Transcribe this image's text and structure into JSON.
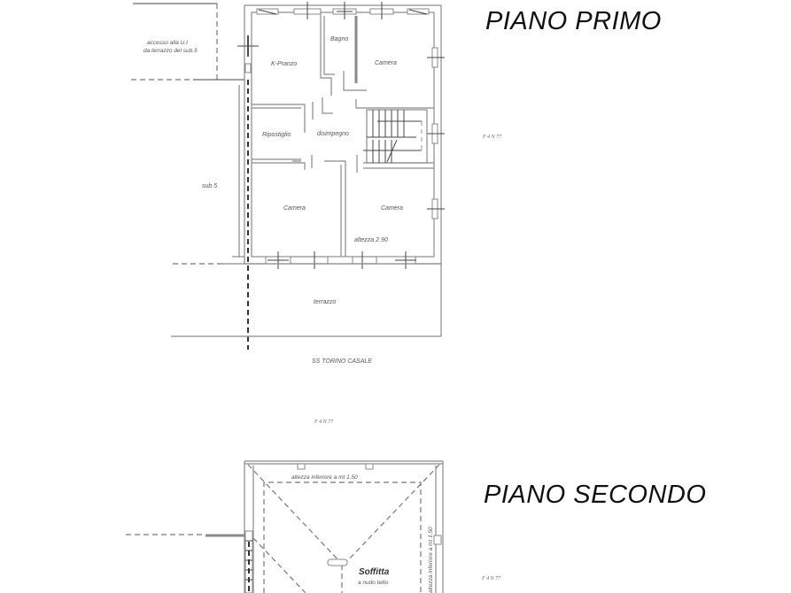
{
  "floors": [
    {
      "title": "PIANO PRIMO",
      "reference": "F 4 N 77",
      "rooms": [
        {
          "name": "K-Pranzo"
        },
        {
          "name": "Bagno"
        },
        {
          "name": "Camera"
        },
        {
          "name": "Ripostiglio"
        },
        {
          "name": "disimpegno"
        },
        {
          "name": "Camera"
        },
        {
          "name": "Camera"
        },
        {
          "name": "terrazzo"
        }
      ],
      "notes": {
        "access_line1": "accesso alla U.I",
        "access_line2": "da terrazzo del sub.5",
        "neighbor": "sub.5",
        "height": "altezza 2.90",
        "street": "SS TORINO CASALE"
      }
    },
    {
      "title": "PIANO SECONDO",
      "reference": "F 4 N 77",
      "rooms": [
        {
          "name": "Soffitta",
          "subtitle": "a nudo tetto"
        }
      ],
      "notes": {
        "height_top": "altezza inferiore a mt 1.50",
        "height_side": "altezza inferiore a mt 1.50"
      }
    }
  ],
  "between_reference": "F 4 N 77"
}
